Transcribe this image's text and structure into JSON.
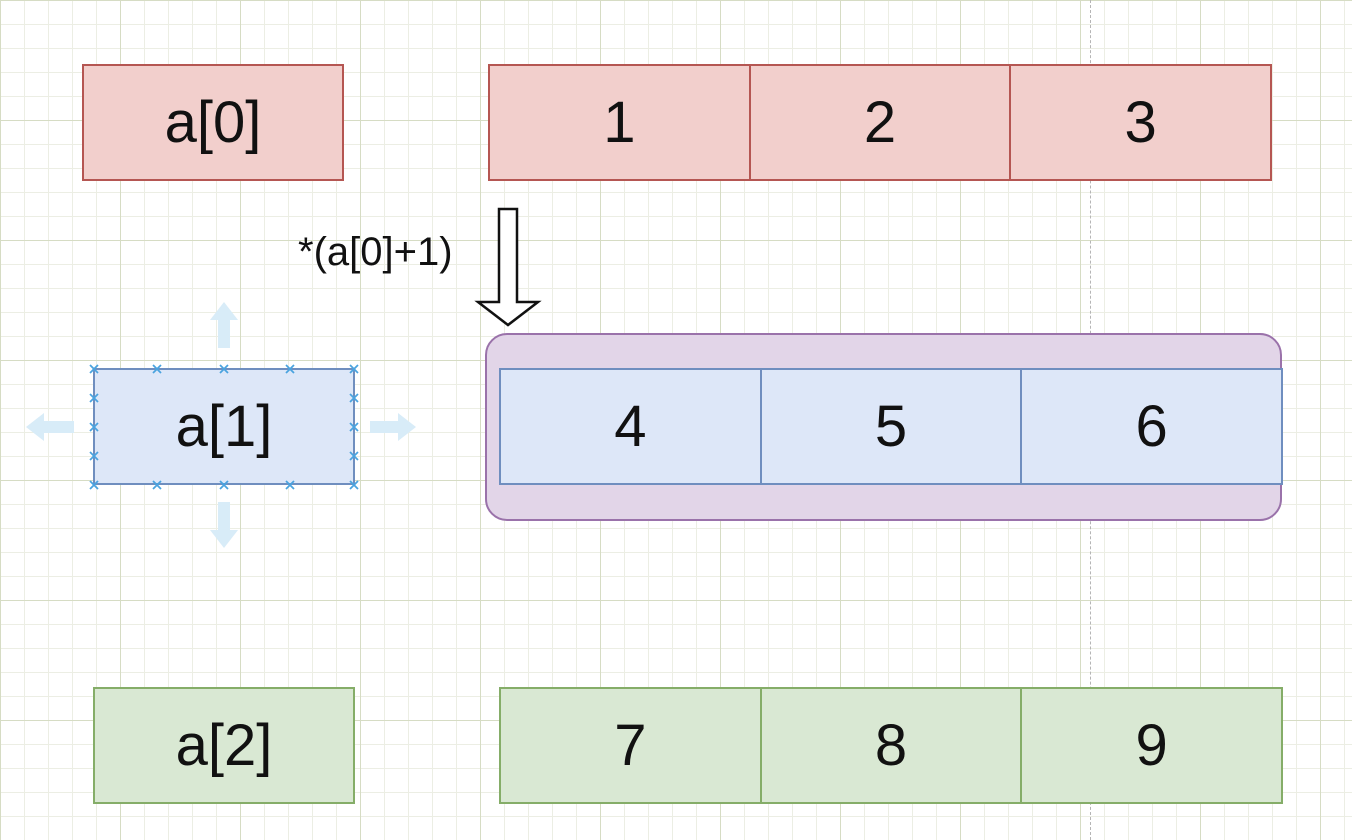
{
  "rows": [
    {
      "label": "a[0]",
      "values": [
        "1",
        "2",
        "3"
      ]
    },
    {
      "label": "a[1]",
      "values": [
        "4",
        "5",
        "6"
      ]
    },
    {
      "label": "a[2]",
      "values": [
        "7",
        "8",
        "9"
      ]
    }
  ],
  "pointer": {
    "label": "*(a[0]+1)"
  },
  "colors": {
    "row0_fill": "#f2cfcc",
    "row0_stroke": "#b55652",
    "row1_fill": "#dde7f8",
    "row1_stroke": "#6f8ebf",
    "row2_fill": "#d9e8d3",
    "row2_stroke": "#85ad68",
    "highlight_fill": "#e2d5e8",
    "highlight_stroke": "#9a72aa",
    "selection_handles": "#4aa3df"
  },
  "selection": {
    "selected_element": "a[1]"
  }
}
